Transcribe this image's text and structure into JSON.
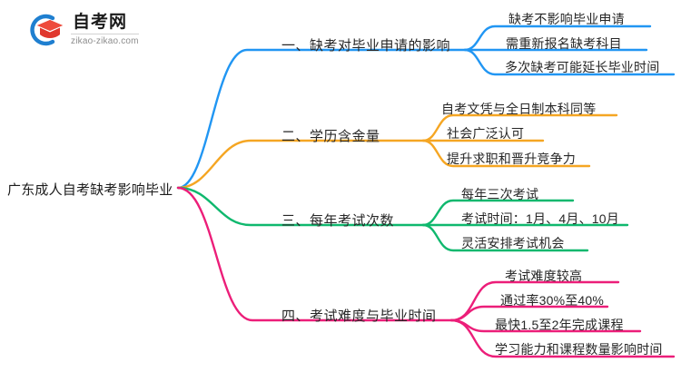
{
  "logo": {
    "name": "自考网",
    "domain": "zikao-zikao.com",
    "mark_icon": "graduation-cap-icon",
    "arc_color": "#1F7FD0",
    "cap_color": "#E0382E"
  },
  "mindmap": {
    "root": {
      "label": "广东成人自考缺考影响毕业"
    },
    "branches": [
      {
        "label": "一、缺考对毕业申请的影响",
        "color": "#2196F3",
        "children": [
          {
            "label": "缺考不影响毕业申请"
          },
          {
            "label": "需重新报名缺考科目"
          },
          {
            "label": "多次缺考可能延长毕业时间"
          }
        ]
      },
      {
        "label": "二、学历含金量",
        "color": "#F5A623",
        "children": [
          {
            "label": "自考文凭与全日制本科同等"
          },
          {
            "label": "社会广泛认可"
          },
          {
            "label": "提升求职和晋升竞争力"
          }
        ]
      },
      {
        "label": "三、每年考试次数",
        "color": "#0FB86E",
        "children": [
          {
            "label": "每年三次考试"
          },
          {
            "label": "考试时间：1月、4月、10月"
          },
          {
            "label": "灵活安排考试机会"
          }
        ]
      },
      {
        "label": "四、考试难度与毕业时间",
        "color": "#EC1E79",
        "children": [
          {
            "label": "考试难度较高"
          },
          {
            "label": "通过率30%至40%"
          },
          {
            "label": "最快1.5至2年完成课程"
          },
          {
            "label": "学习能力和课程数量影响时间"
          }
        ]
      }
    ]
  }
}
